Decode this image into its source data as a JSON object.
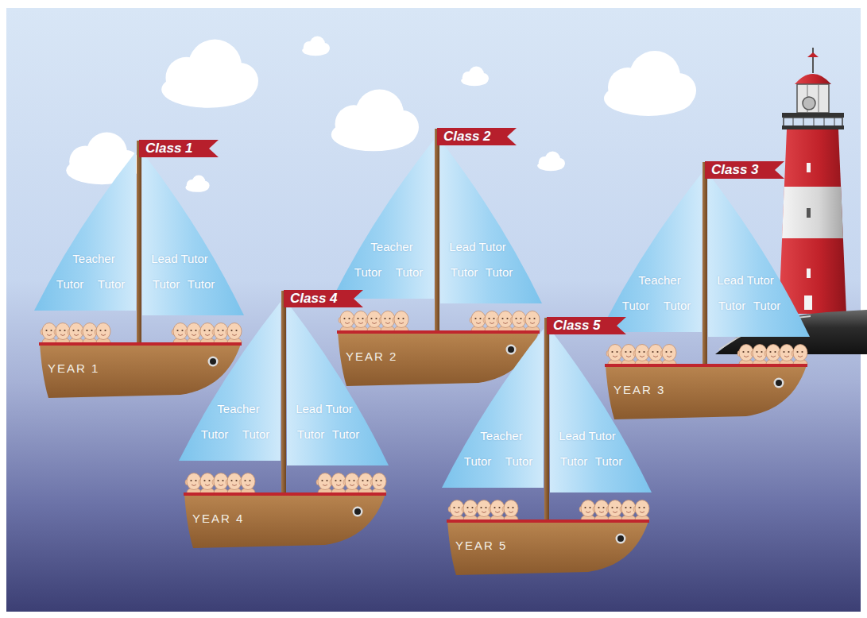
{
  "diagram": {
    "nodes": [
      {
        "text": [
          "Class 1"
        ]
      },
      {
        "text": [
          "Teacher",
          "Tutor",
          "Tutor"
        ]
      },
      {
        "text": [
          "Lead Tutor",
          "Tutor",
          "Tutor"
        ]
      },
      {
        "text": [
          "YEAR 1"
        ]
      },
      {
        "text": [
          "Class 2"
        ]
      },
      {
        "text": [
          "Teacher",
          "Tutor",
          "Tutor"
        ]
      },
      {
        "text": [
          "Lead Tutor",
          "Tutor",
          "Tutor"
        ]
      },
      {
        "text": [
          "YEAR 2"
        ]
      },
      {
        "text": [
          "Class 3"
        ]
      },
      {
        "text": [
          "Teacher",
          "Tutor",
          "Tutor"
        ]
      },
      {
        "text": [
          "Lead Tutor",
          "Tutor",
          "Tutor"
        ]
      },
      {
        "text": [
          "YEAR 3"
        ]
      },
      {
        "text": [
          "Class 4"
        ]
      },
      {
        "text": [
          "Teacher",
          "Tutor",
          "Tutor"
        ]
      },
      {
        "text": [
          "Lead Tutor",
          "Tutor",
          "Tutor"
        ]
      },
      {
        "text": [
          "YEAR 4"
        ]
      },
      {
        "text": [
          "Class 5"
        ]
      },
      {
        "text": [
          "Teacher",
          "Tutor",
          "Tutor"
        ]
      },
      {
        "text": [
          "Lead Tutor",
          "Tutor",
          "Tutor"
        ]
      },
      {
        "text": [
          "YEAR 5"
        ]
      }
    ]
  }
}
